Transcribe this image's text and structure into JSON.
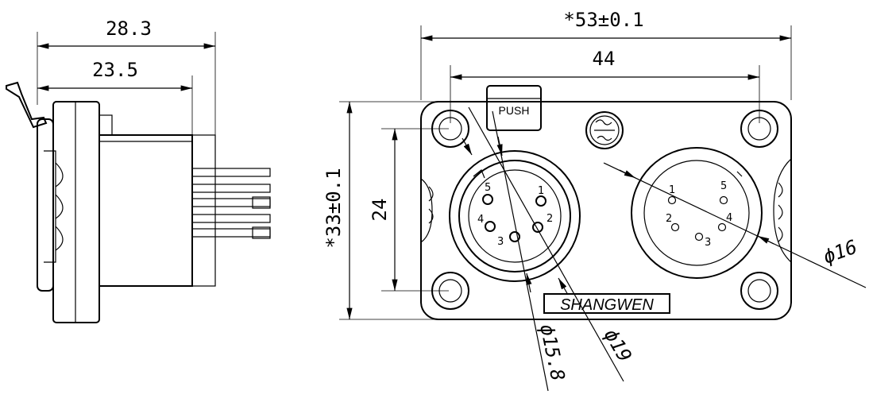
{
  "side_view": {
    "overall_width": "28.3",
    "body_width": "23.5"
  },
  "front_view": {
    "overall_width": "*53±0.1",
    "hole_spacing_x": "44",
    "overall_height": "*33±0.1",
    "hole_spacing_y": "24",
    "diameter_16": "ϕ16",
    "diameter_19": "ϕ19",
    "diameter_15_8": "ϕ15.8",
    "push_label": "PUSH",
    "brand_label": "SHANGWEN",
    "female_pins": [
      "1",
      "2",
      "3",
      "4",
      "5"
    ],
    "male_pins": [
      "1",
      "2",
      "3",
      "4",
      "5"
    ]
  }
}
